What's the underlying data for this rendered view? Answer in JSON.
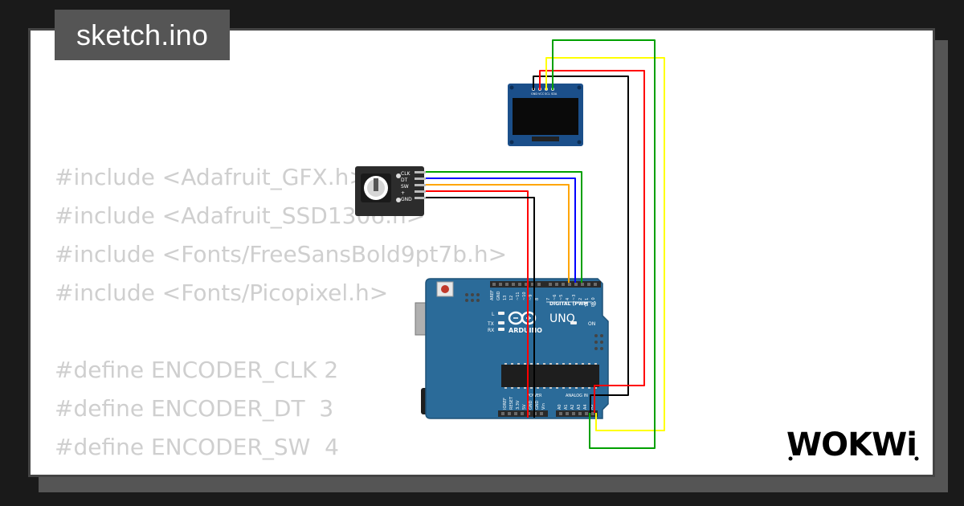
{
  "title": "sketch.ino",
  "code_lines": [
    "#include <Adafruit_GFX.h>",
    "#include <Adafruit_SSD1306.h>",
    "#include <Fonts/FreeSansBold9pt7b.h>",
    "#include <Fonts/Picopixel.h>",
    "",
    "#define ENCODER_CLK 2",
    "#define ENCODER_DT  3",
    "#define ENCODER_SW  4"
  ],
  "encoder": {
    "pins": [
      "CLK",
      "DT",
      "SW",
      "+",
      "GND"
    ]
  },
  "oled": {
    "pins": [
      "GND",
      "VCC",
      "SCL",
      "SDA"
    ]
  },
  "arduino": {
    "brand": "ARDUINO",
    "model": "UNO",
    "digital_label": "DIGITAL (PWM ~)",
    "on_label": "ON",
    "power_label": "POWER",
    "analog_label": "ANALOG IN",
    "led_labels": [
      "L",
      "TX",
      "RX"
    ],
    "power_pins": [
      "IOREF",
      "RESET",
      "3.3V",
      "5V",
      "GND",
      "GND",
      "Vin"
    ],
    "analog_pins": [
      "A0",
      "A1",
      "A2",
      "A3",
      "A4",
      "A5"
    ],
    "digital_pins": [
      "AREF",
      "GND",
      "13",
      "12",
      "~11",
      "~10",
      "~9",
      "8",
      "7",
      "~6",
      "~5",
      "4",
      "~3",
      "2",
      "TX 1",
      "RX 0"
    ]
  },
  "logo": "WOKWi",
  "wire_colors": {
    "green": "#00a000",
    "blue": "#0000ff",
    "orange": "#ffa500",
    "red": "#ff0000",
    "black": "#000000",
    "yellow": "#ffff00"
  }
}
